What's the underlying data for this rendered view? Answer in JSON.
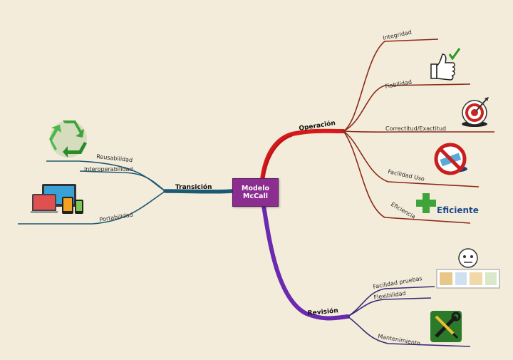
{
  "center": {
    "line1": "Modelo",
    "line2": "McCall"
  },
  "branches": {
    "operacion": {
      "label": "Operación",
      "color": "#d41a1a",
      "leaf_color": "#8a2a1a"
    },
    "transicion": {
      "label": "Transición",
      "color": "#1c5a73",
      "leaf_color": "#1c5a73"
    },
    "revision": {
      "label": "Revisión",
      "color": "#6a2ab0",
      "leaf_color": "#3a2a7a"
    }
  },
  "leaves": {
    "integridad": "Integridad",
    "fiabilidad": "Fiabilidad",
    "correctitud": "Correctitud/Exactitud",
    "facilidad_uso": "Facilidad Uso",
    "eficiencia": "Eficiencia",
    "reusabilidad": "Reusabilidad",
    "interoperabilidad": "Interoperabilidad",
    "portabilidad": "Portabilidad",
    "facilidad_pruebas": "Facilidad pruebas",
    "flexibilidad": "Flexibilidad",
    "mantenimiento": "Mantenimiento"
  },
  "icons": {
    "eficiente_text": "Eficiente",
    "recycle": "recycle-icon",
    "devices": "devices-icon",
    "thumbs_up": "thumbs-up-icon",
    "target": "target-icon",
    "no_entry": "no-entry-icon",
    "plus": "plus-icon",
    "tester": "tester-icon",
    "tools": "tools-icon"
  }
}
